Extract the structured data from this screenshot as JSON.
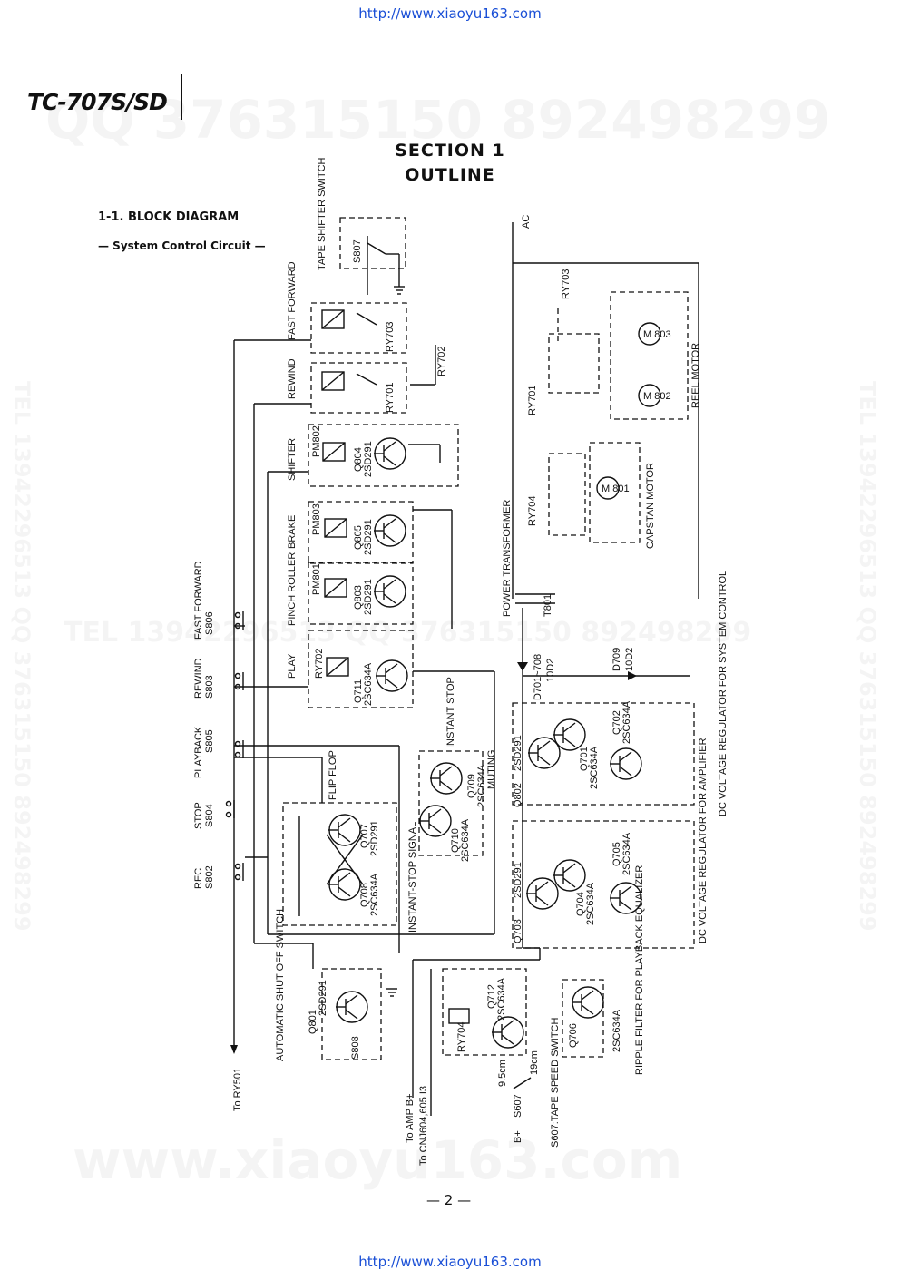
{
  "header": {
    "url_top": "http://www.xiaoyu163.com",
    "model": "TC-707S/SD",
    "section": "SECTION 1",
    "section_title": "OUTLINE",
    "heading": "1-1.  BLOCK DIAGRAM",
    "subheading": "— System Control Circuit —"
  },
  "watermarks": {
    "qq_line": "QQ 376315150   892498299",
    "tel_line": "TEL 13942296513   QQ 376315150   892498299",
    "site": "www.xiaoyu163.com",
    "side_left": "TEL 13942296513  QQ 376315150  892498299",
    "side_right": "TEL 13942296513  QQ 376315150  892498299"
  },
  "labels": {
    "tape_shifter_switch": "TAPE SHIFTER SWITCH",
    "s807": "S807",
    "fast_forward": "FAST FORWARD",
    "ry703": "RY703",
    "rewind": "REWIND",
    "ry701": "RY701",
    "ry702": "RY702",
    "shifter": "SHIFTER",
    "pm802": "PM802",
    "q804": "Q804",
    "q804_type": "2SD291",
    "brake": "BRAKE",
    "pm803": "PM803",
    "q805": "Q805",
    "q805_type": "2SD291",
    "pinch_roller": "PINCH ROLLER",
    "pm801": "PM801",
    "q803": "Q803",
    "q803_type": "2SD291",
    "play": "PLAY",
    "q711": "Q711",
    "q711_type": "2SC634A",
    "sw_fast_forward": "FAST FORWARD",
    "s806": "S806",
    "sw_rewind": "REWIND",
    "s803": "S803",
    "sw_playback": "PLAYBACK",
    "s805": "S805",
    "sw_stop": "STOP",
    "s804": "S804",
    "sw_rec": "REC",
    "s802": "S802",
    "flip_flop": "FLIP FLOP",
    "q707": "Q707",
    "q707_type": "2SD291",
    "q708": "Q708",
    "q708_type": "2SC634A",
    "instant_stop": "INSTANT STOP",
    "q709": "Q709",
    "q709_type": "2SC634A",
    "muting": "MUTING",
    "q710": "Q710",
    "q710_type": "2SC634A",
    "instant_stop_signal": "INSTANT-STOP SIGNAL",
    "auto_shut_off": "AUTOMATIC SHUT OFF SWITCH",
    "q801": "Q801",
    "q801_type": "2SD291",
    "s808": "S808",
    "to_ry501": "To RY501",
    "to_amp": "To AMP B+",
    "to_cnj": "To CNJ604,605 I3",
    "b_plus": "B+",
    "s607": "S607",
    "speed_95": "9.5cm",
    "speed_19": "19cm",
    "s607_desc": "S607:TAPE SPEED SWITCH",
    "ry704_low": "RY704",
    "q712": "Q712",
    "q712_type": "2SC634A",
    "q706": "Q706",
    "q706_type": "2SC634A",
    "ripple_filter": "RIPPLE FILTER FOR PLAYBACK EQUALIZER",
    "ac": "AC",
    "ry703_right": "RY703",
    "ry701_right": "RY701",
    "ry704_right": "RY704",
    "reel_motor": "REEL MOTOR",
    "m803": "M 803",
    "m802": "M 802",
    "m801": "M 801",
    "capstan_motor": "CAPSTAN MOTOR",
    "power_transformer": "POWER TRANSFORMER",
    "t801": "T801",
    "d701": "D701~708",
    "d701_type": "10D2",
    "d709": "D709",
    "d709_type": "10D2",
    "reg_sys": "DC VOLTAGE REGULATOR FOR SYSTEM CONTROL",
    "q802": "Q802",
    "q802_type": "2SD291",
    "q701": "Q701",
    "q701_type": "2SC634A",
    "q702": "Q702",
    "q702_type": "2SC634A",
    "reg_amp": "DC VOLTAGE REGULATOR FOR AMPLIFIER",
    "q703": "Q703",
    "q703_type": "2SD291",
    "q704": "Q704",
    "q704_type": "2SC634A",
    "q705": "Q705",
    "q705_type": "2SC634A"
  },
  "footer": {
    "page": "—  2  —",
    "url_bottom": "http://www.xiaoyu163.com"
  }
}
